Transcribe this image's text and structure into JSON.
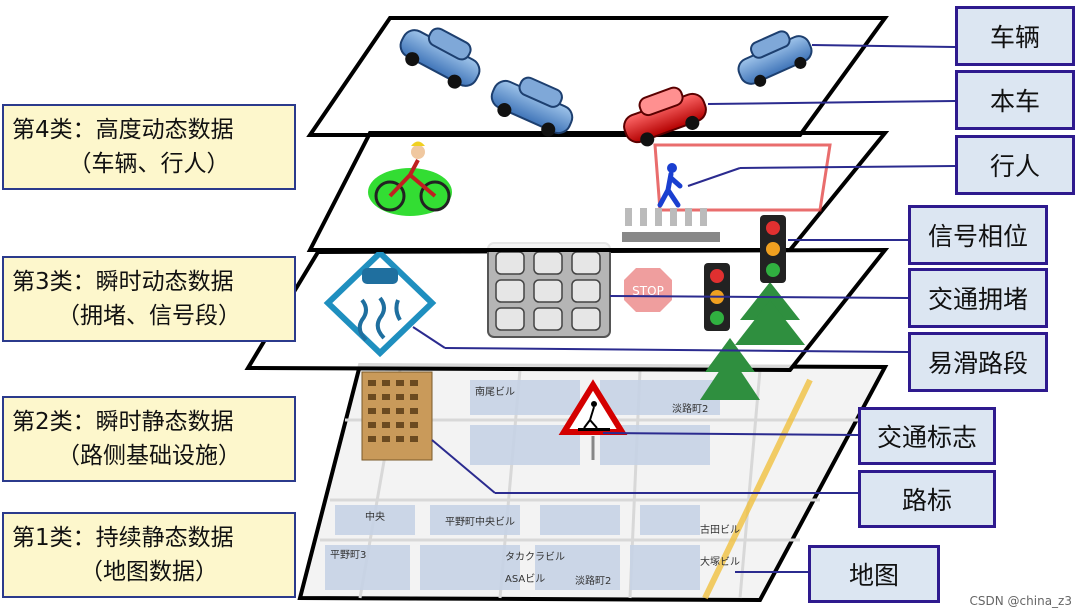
{
  "categories": [
    {
      "line1": "第4类：高度动态数据",
      "line2": "（车辆、行人）"
    },
    {
      "line1": "第3类：瞬时动态数据",
      "line2": "（拥堵、信号段）"
    },
    {
      "line1": "第2类：瞬时静态数据",
      "line2": "（路侧基础设施）"
    },
    {
      "line1": "第1类：持续静态数据",
      "line2": "（地图数据）"
    }
  ],
  "labels": {
    "vehicle": "车辆",
    "ego_car": "本车",
    "pedestrian": "行人",
    "signal_phase": "信号相位",
    "congestion": "交通拥堵",
    "slippery": "易滑路段",
    "traffic_sign": "交通标志",
    "road_marker": "路标",
    "map": "地图"
  },
  "stop_sign": "STOP",
  "map_text": [
    "南尾ビル",
    "淡路町2",
    "平野町中央ビル",
    "中央",
    "平野町3",
    "タカクラビル",
    "ASAビル",
    "淡路町2",
    "古田ビル",
    "大塚ビル"
  ],
  "watermark": "CSDN @china_z3",
  "colors": {
    "label_bg": "#dce6f2",
    "label_border": "#2e1a8e",
    "category_bg": "#fdf7cc",
    "line": "#2b2b8f"
  }
}
